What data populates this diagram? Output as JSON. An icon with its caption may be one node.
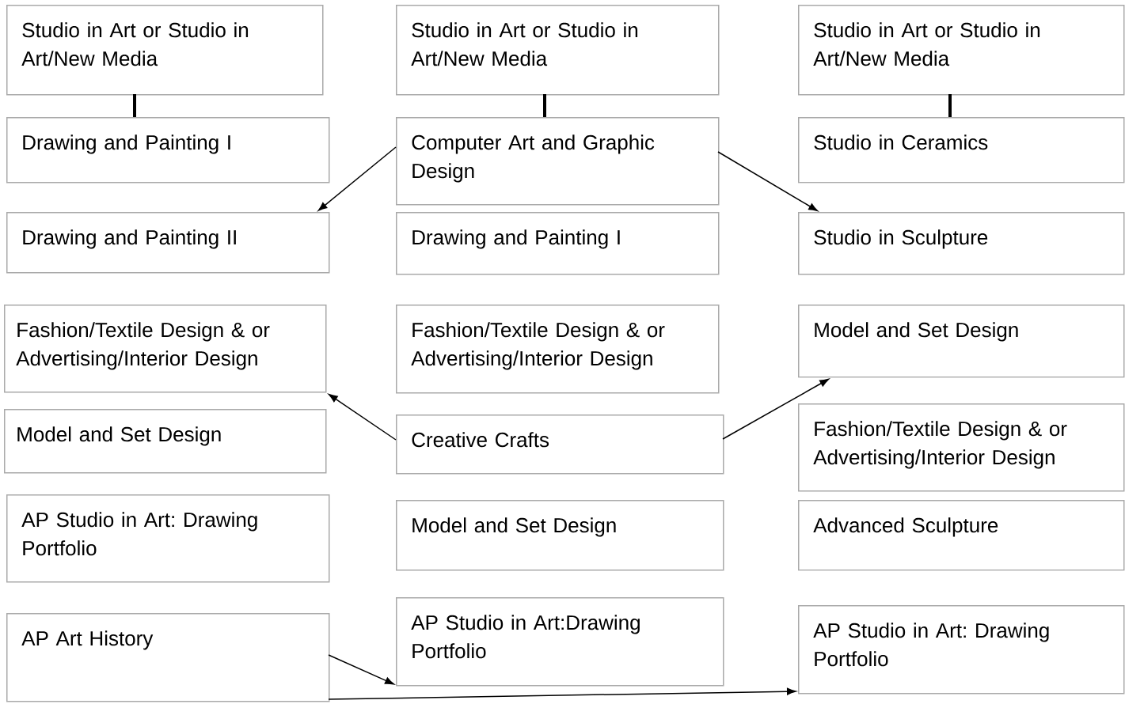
{
  "diagram": {
    "nodes": [
      {
        "text": [
          "Studio in Art or Studio in Art/New Media"
        ]
      },
      {
        "text": [
          "Studio in Art or Studio in Art/New Media"
        ]
      },
      {
        "text": [
          "Studio in Art or Studio in Art/New Media"
        ]
      },
      {
        "text": [
          "Drawing and Painting I"
        ]
      },
      {
        "text": [
          "Computer Art and Graphic Design"
        ]
      },
      {
        "text": [
          "Studio in Ceramics"
        ]
      },
      {
        "text": [
          "Drawing and Painting II"
        ]
      },
      {
        "text": [
          "Drawing and Painting I"
        ]
      },
      {
        "text": [
          "Studio in Sculpture"
        ]
      },
      {
        "text": [
          "Fashion/Textile Design & or Advertising/Interior Design"
        ]
      },
      {
        "text": [
          "Fashion/Textile Design & or Advertising/Interior Design"
        ]
      },
      {
        "text": [
          "Model and Set Design"
        ]
      },
      {
        "text": [
          "Model and Set Design"
        ]
      },
      {
        "text": [
          "Creative Crafts"
        ]
      },
      {
        "text": [
          "Fashion/Textile Design & or Advertising/Interior Design"
        ]
      },
      {
        "text": [
          "AP Studio in Art: Drawing Portfolio"
        ]
      },
      {
        "text": [
          "Model and Set Design"
        ]
      },
      {
        "text": [
          "Advanced Sculpture"
        ]
      },
      {
        "text": [
          "AP Art History"
        ]
      },
      {
        "text": [
          "AP Studio in Art:Drawing Portfolio"
        ]
      },
      {
        "text": [
          "AP Studio in Art: Drawing Portfolio"
        ]
      }
    ],
    "edges": [
      {
        "from": 0,
        "to": 3,
        "arrow": "none",
        "style": "thick"
      },
      {
        "from": 1,
        "to": 4,
        "arrow": "none",
        "style": "thick"
      },
      {
        "from": 2,
        "to": 5,
        "arrow": "none",
        "style": "thick"
      },
      {
        "from": 4,
        "to": 6,
        "arrow": "to"
      },
      {
        "from": 4,
        "to": 8,
        "arrow": "to"
      },
      {
        "from": 13,
        "to": 9,
        "arrow": "to"
      },
      {
        "from": 13,
        "to": 11,
        "arrow": "to"
      },
      {
        "from": 18,
        "to": 19,
        "arrow": "to"
      },
      {
        "from": 18,
        "to": 20,
        "arrow": "to"
      }
    ]
  }
}
